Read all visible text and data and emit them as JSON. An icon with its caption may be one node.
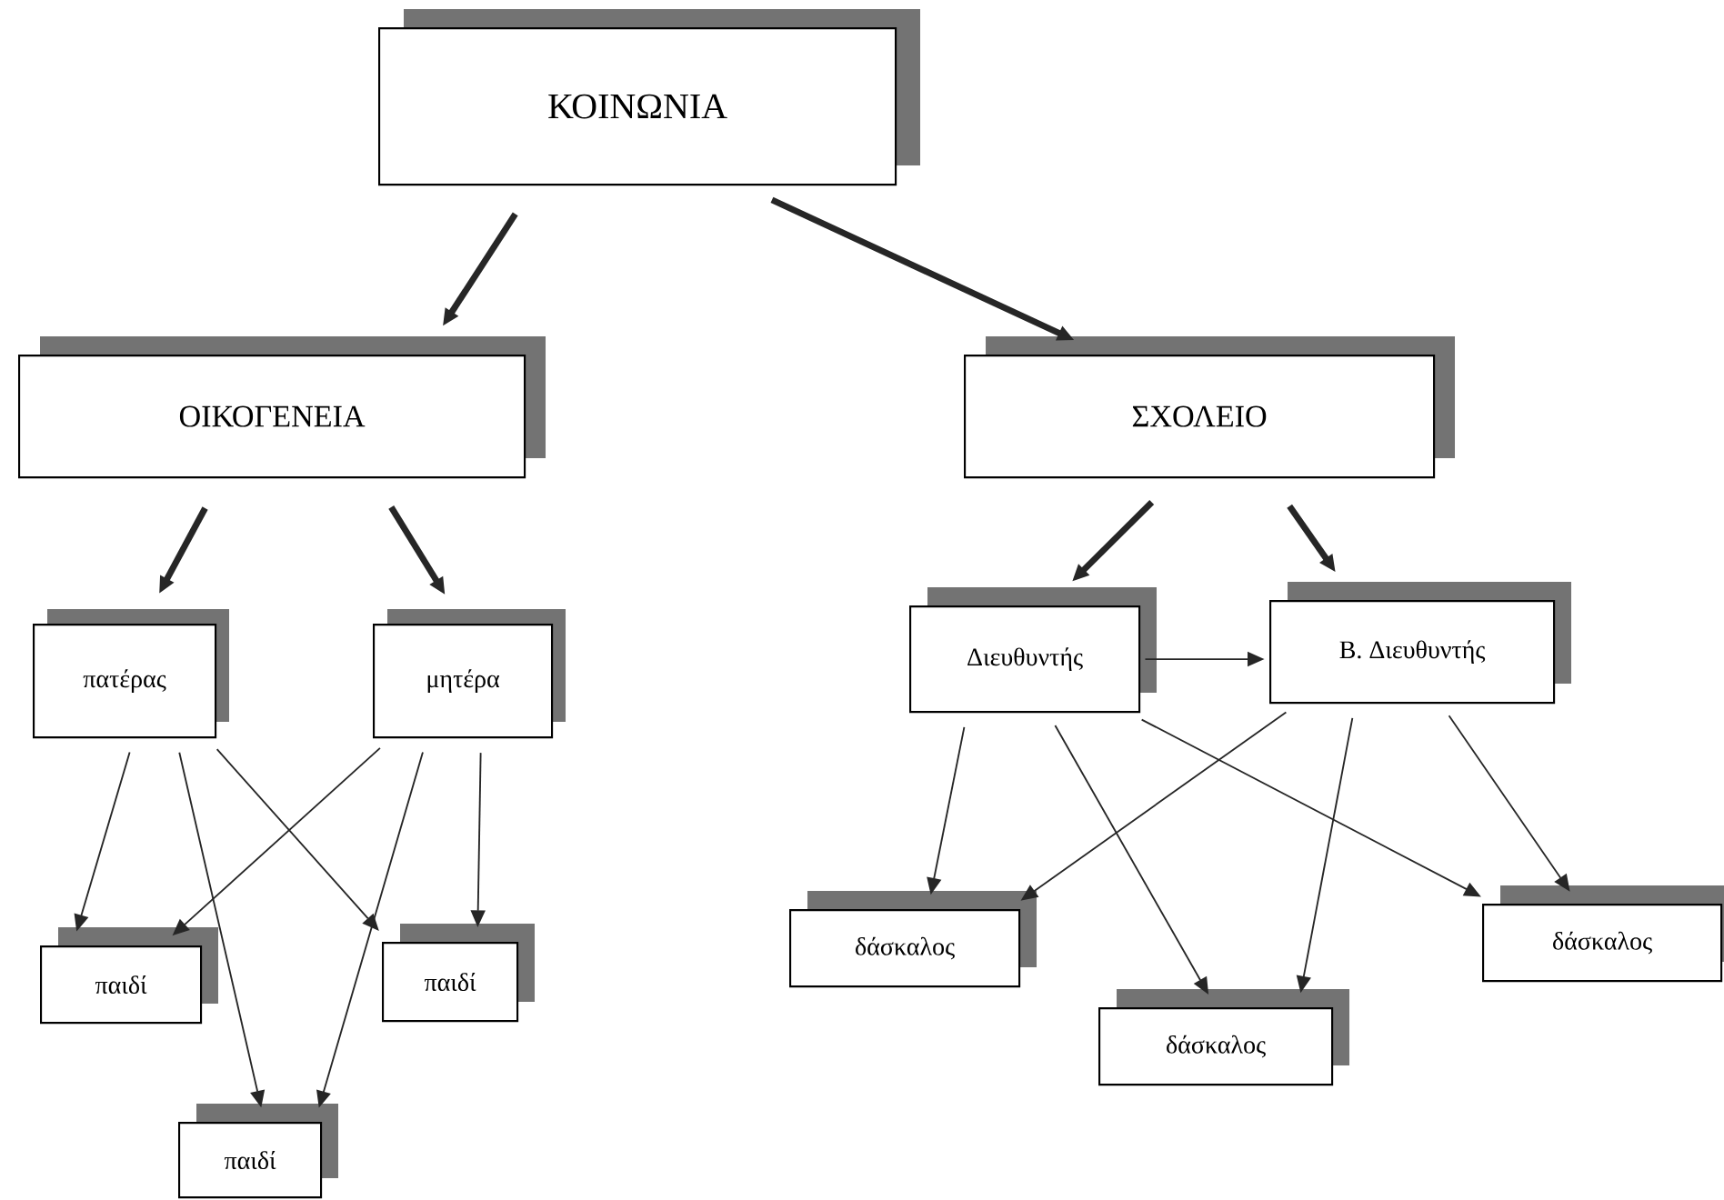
{
  "diagram": {
    "nodes": [
      {
        "text": [
          "ΚΟΙΝΩΝΙΑ"
        ]
      },
      {
        "text": [
          "ΟΙΚΟΓΕΝΕΙΑ"
        ]
      },
      {
        "text": [
          "ΣΧΟΛΕΙΟ"
        ]
      },
      {
        "text": [
          "πατέρας"
        ]
      },
      {
        "text": [
          "μητέρα"
        ]
      },
      {
        "text": [
          "Διευθυντής"
        ]
      },
      {
        "text": [
          "Β. Διευθυντής"
        ]
      },
      {
        "text": [
          "παιδί"
        ]
      },
      {
        "text": [
          "παιδί"
        ]
      },
      {
        "text": [
          "παιδί"
        ]
      },
      {
        "text": [
          "δάσκαλος"
        ]
      },
      {
        "text": [
          "δάσκαλος"
        ]
      },
      {
        "text": [
          "δάσκαλος"
        ]
      }
    ],
    "edges": [
      {
        "from": 0,
        "to": 1,
        "arrow": "to",
        "style": "thick"
      },
      {
        "from": 0,
        "to": 2,
        "arrow": "to",
        "style": "thick"
      },
      {
        "from": 1,
        "to": 3,
        "arrow": "to",
        "style": "thick"
      },
      {
        "from": 1,
        "to": 4,
        "arrow": "to",
        "style": "thick"
      },
      {
        "from": 2,
        "to": 5,
        "arrow": "to",
        "style": "thick"
      },
      {
        "from": 2,
        "to": 6,
        "arrow": "to",
        "style": "thick"
      },
      {
        "from": 3,
        "to": 7,
        "arrow": "to"
      },
      {
        "from": 3,
        "to": 9,
        "arrow": "to"
      },
      {
        "from": 3,
        "to": 8,
        "arrow": "to"
      },
      {
        "from": 4,
        "to": 7,
        "arrow": "to"
      },
      {
        "from": 4,
        "to": 9,
        "arrow": "to"
      },
      {
        "from": 4,
        "to": 8,
        "arrow": "to"
      },
      {
        "from": 5,
        "to": 6,
        "arrow": "to"
      },
      {
        "from": 5,
        "to": 10,
        "arrow": "to"
      },
      {
        "from": 5,
        "to": 11,
        "arrow": "to"
      },
      {
        "from": 5,
        "to": 12,
        "arrow": "to"
      },
      {
        "from": 6,
        "to": 10,
        "arrow": "to"
      },
      {
        "from": 6,
        "to": 11,
        "arrow": "to"
      },
      {
        "from": 6,
        "to": 12,
        "arrow": "to"
      }
    ]
  }
}
